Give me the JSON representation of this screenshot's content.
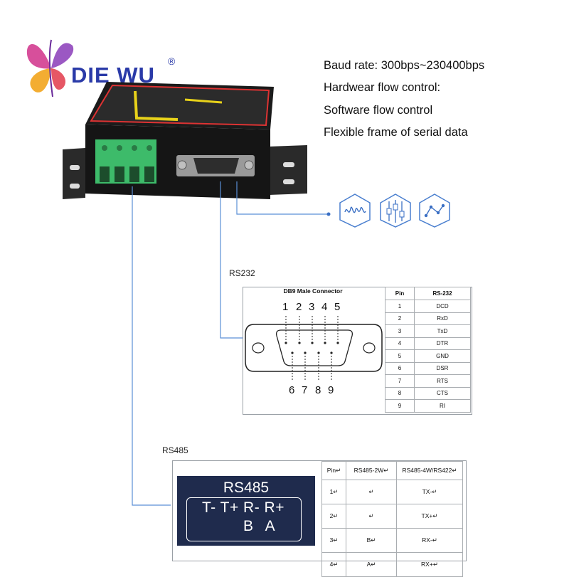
{
  "logo": {
    "text": "DIE WU",
    "registered": "®"
  },
  "features": [
    "Baud rate: 300bps~230400bps",
    "Hardwear flow control:",
    "Software flow control",
    "Flexible frame of serial data"
  ],
  "icons": [
    "waveform-icon",
    "circuit-icon",
    "line-graph-icon"
  ],
  "colors": {
    "brand_blue": "#2a3aa8",
    "wire_blue": "#5b8fd6",
    "terminal_green": "#3dbb6a",
    "plate_navy": "#1f2b4d"
  },
  "rs232": {
    "label": "RS232",
    "connector_title": "DB9 Male Connector",
    "top_pins": [
      "1",
      "2",
      "3",
      "4",
      "5"
    ],
    "bottom_pins": [
      "6",
      "7",
      "8",
      "9"
    ],
    "table_headers": [
      "Pin",
      "RS-232"
    ],
    "rows": [
      {
        "pin": "1",
        "signal": "DCD"
      },
      {
        "pin": "2",
        "signal": "RxD"
      },
      {
        "pin": "3",
        "signal": "TxD"
      },
      {
        "pin": "4",
        "signal": "DTR"
      },
      {
        "pin": "5",
        "signal": "GND"
      },
      {
        "pin": "6",
        "signal": "DSR"
      },
      {
        "pin": "7",
        "signal": "RTS"
      },
      {
        "pin": "8",
        "signal": "CTS"
      },
      {
        "pin": "9",
        "signal": "RI"
      }
    ]
  },
  "rs485": {
    "label": "RS485",
    "plate_title": "RS485",
    "plate_row1": "T- T+ R- R+",
    "plate_row2": "B A",
    "table_headers": [
      "Pin↵",
      "RS485-2W↵",
      "RS485-4W/RS422↵"
    ],
    "rows": [
      {
        "pin": "1↵",
        "two_wire": "↵",
        "four_wire": "TX-↵"
      },
      {
        "pin": "2↵",
        "two_wire": "↵",
        "four_wire": "TX+↵"
      },
      {
        "pin": "3↵",
        "two_wire": "B↵",
        "four_wire": "RX-↵"
      },
      {
        "pin": "4↵",
        "two_wire": "A↵",
        "four_wire": "RX+↵"
      }
    ]
  }
}
